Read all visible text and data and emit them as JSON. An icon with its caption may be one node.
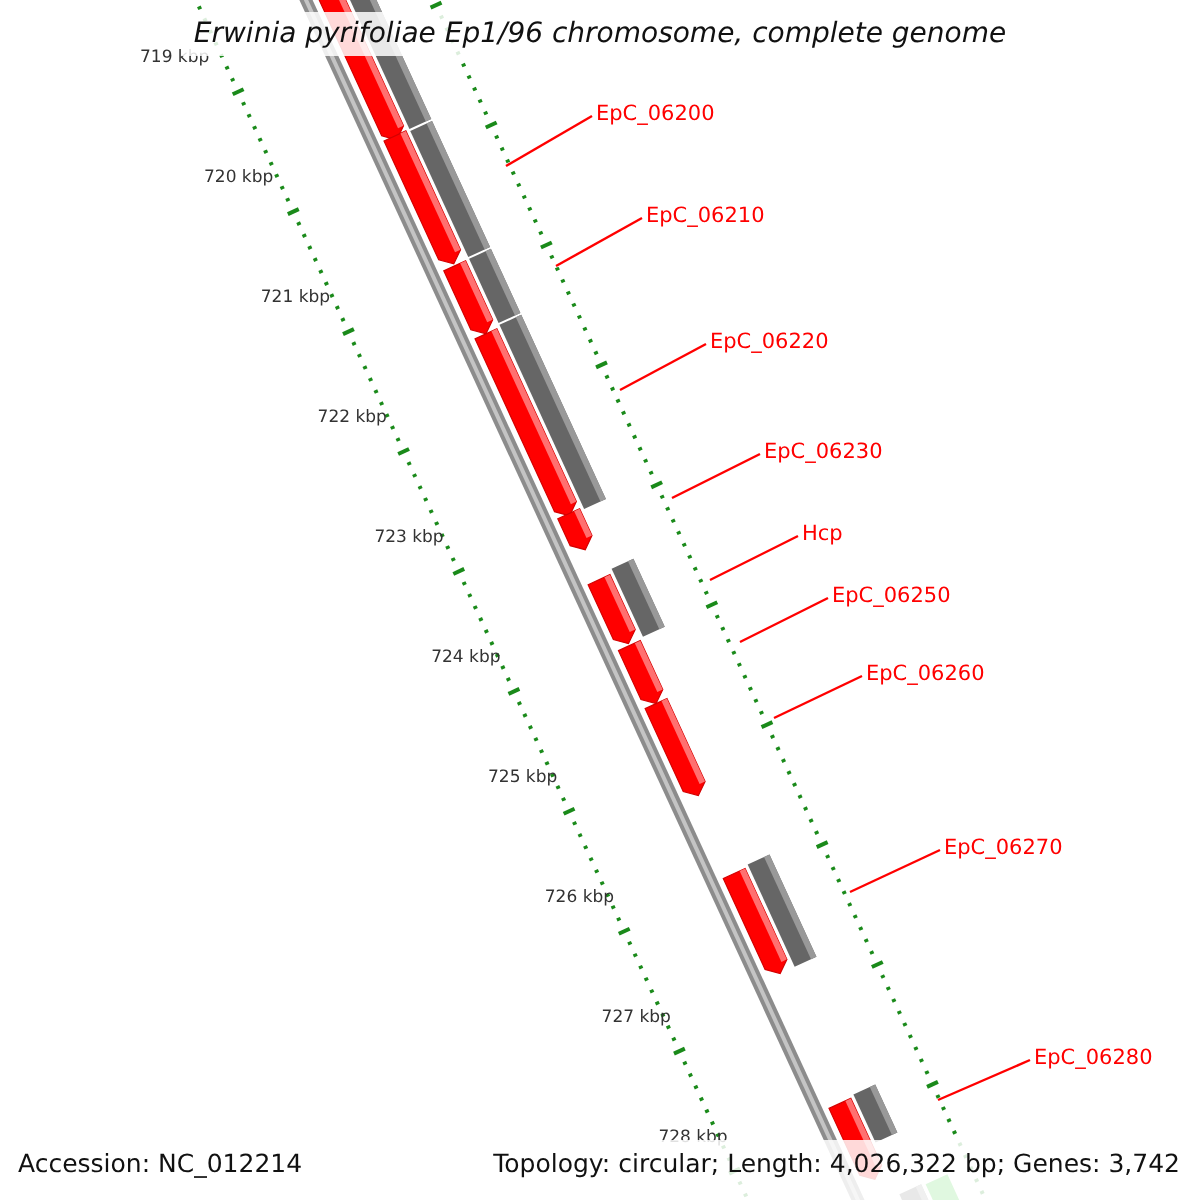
{
  "diagram": {
    "title": "Erwinia pyrifoliae Ep1/96 chromosome, complete genome",
    "nodes": [
      {
        "text": [
          "EpC_06200"
        ]
      },
      {
        "text": [
          "EpC_06210"
        ]
      },
      {
        "text": [
          "EpC_06220"
        ]
      },
      {
        "text": [
          "EpC_06230"
        ]
      },
      {
        "text": [
          "Hcp"
        ]
      },
      {
        "text": [
          "EpC_06250"
        ]
      },
      {
        "text": [
          "EpC_06260"
        ]
      },
      {
        "text": [
          "EpC_06270"
        ]
      },
      {
        "text": [
          "EpC_06280"
        ]
      }
    ],
    "edges": [
      {
        "from": 0,
        "to": null,
        "arrow": "none"
      },
      {
        "from": 1,
        "to": null,
        "arrow": "none"
      },
      {
        "from": 2,
        "to": null,
        "arrow": "none"
      },
      {
        "from": 3,
        "to": null,
        "arrow": "none"
      },
      {
        "from": 4,
        "to": null,
        "arrow": "none"
      },
      {
        "from": 5,
        "to": null,
        "arrow": "none"
      },
      {
        "from": 6,
        "to": null,
        "arrow": "none"
      },
      {
        "from": 7,
        "to": null,
        "arrow": "none"
      },
      {
        "from": 8,
        "to": null,
        "arrow": "none"
      }
    ],
    "labels": [
      "719 kbp",
      "720 kbp",
      "721 kbp",
      "722 kbp",
      "723 kbp",
      "724 kbp",
      "725 kbp",
      "726 kbp",
      "727 kbp",
      "728 kbp",
      "Accession: NC_012214",
      "Topology: circular; Length: 4,026,322 bp; Genes: 3,742"
    ]
  }
}
